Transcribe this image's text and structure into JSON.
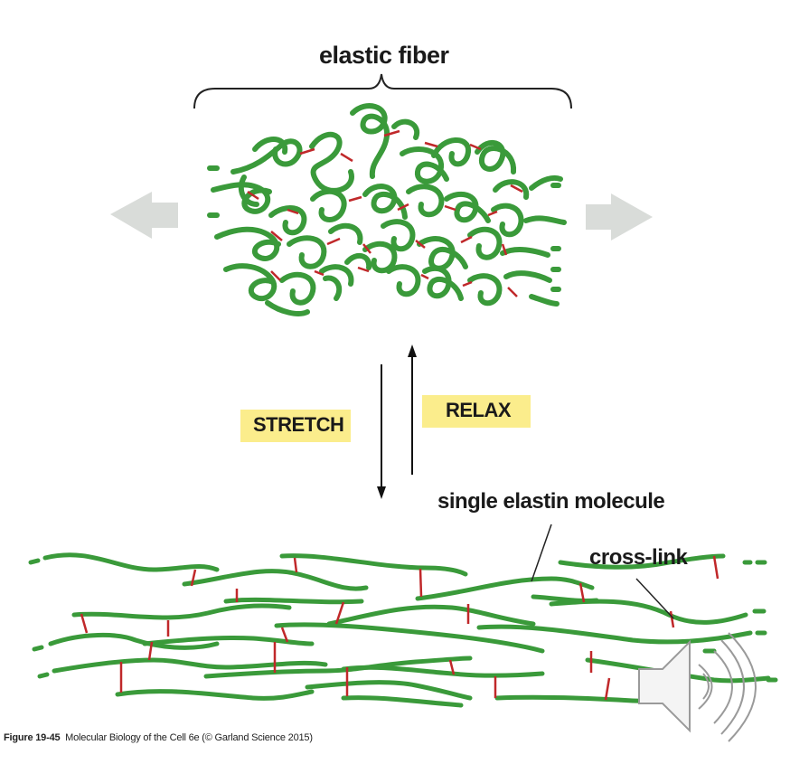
{
  "title": "elastic fiber",
  "labels": {
    "stretch": "STRETCH",
    "relax": "RELAX",
    "single_molecule": "single elastin molecule",
    "cross_link": "cross-link"
  },
  "caption": {
    "figure": "Figure 19-45",
    "source": "Molecular Biology of the Cell 6e (© Garland Science 2015)"
  },
  "icons": {
    "speaker": "speaker-icon",
    "direction_arrows": "arrow-left-icon, arrow-right-icon"
  },
  "colors": {
    "fiber": "#3a9a3a",
    "cross_link": "#c0282a",
    "arrow_fill": "#d9dcd9",
    "label_highlight": "#fbed8c"
  }
}
